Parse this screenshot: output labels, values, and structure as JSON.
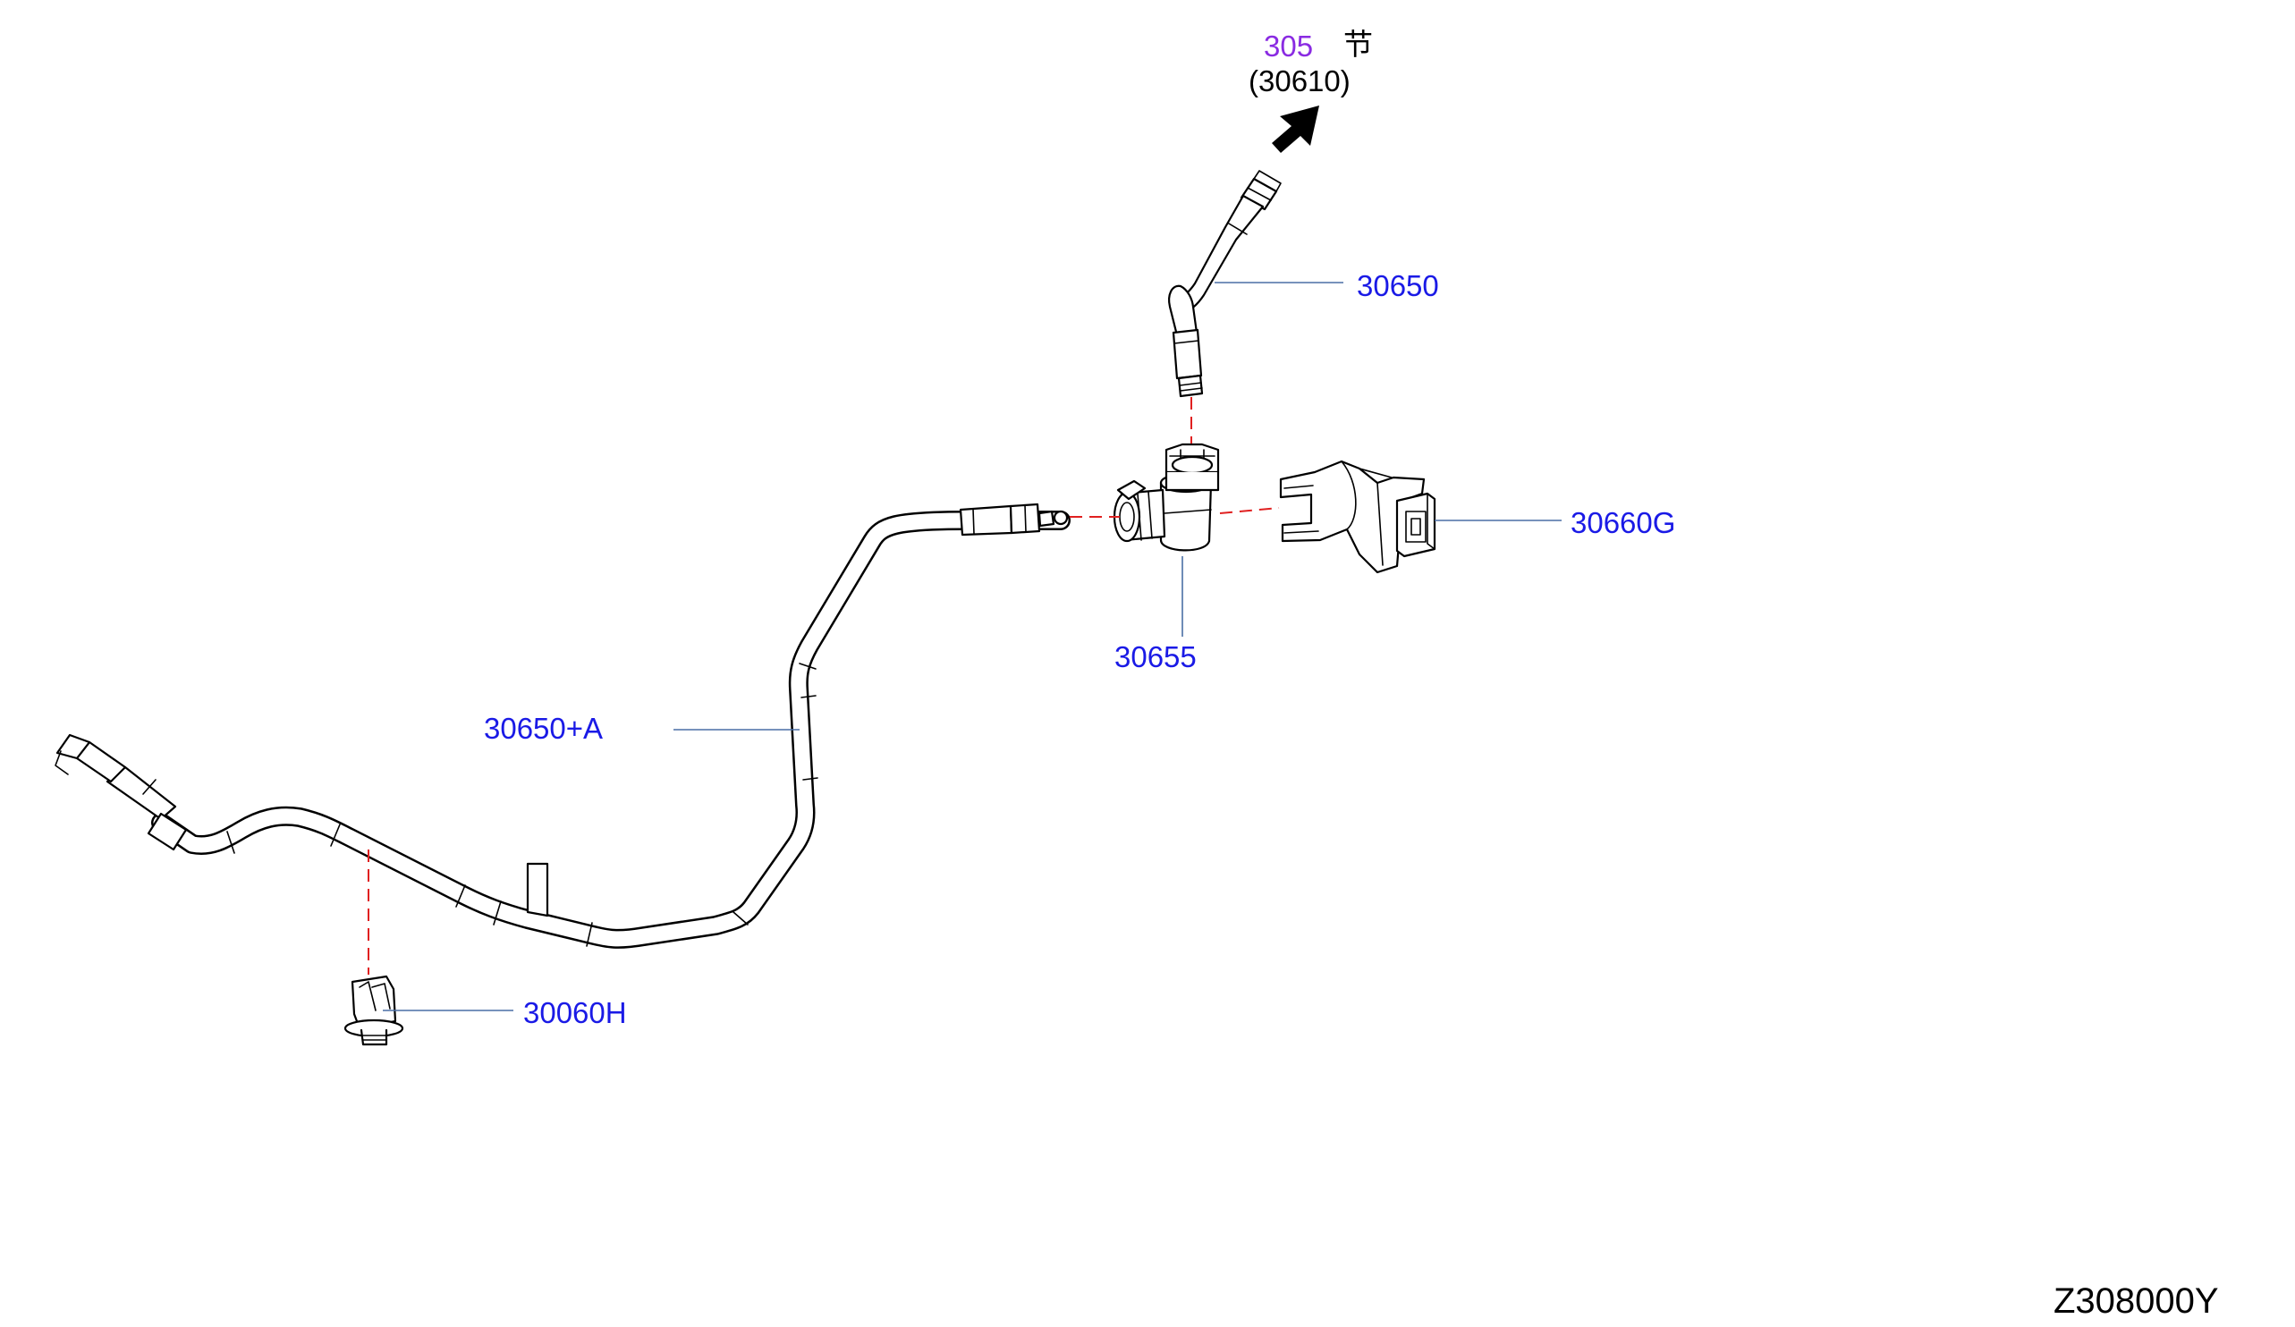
{
  "reference": {
    "section": "305",
    "glyph": "节",
    "sub_ref": "(30610)"
  },
  "callouts": {
    "p30650": "30650",
    "p30655": "30655",
    "p30660g": "30660G",
    "p30650a": "30650+A",
    "p30060h": "30060H"
  },
  "diagram_id": "Z308000Y",
  "colors": {
    "callout_text": "#1a1ae6",
    "section_text": "#8a2be2",
    "leader_line": "#4a6fa5",
    "dashed_axis": "#e02020"
  }
}
